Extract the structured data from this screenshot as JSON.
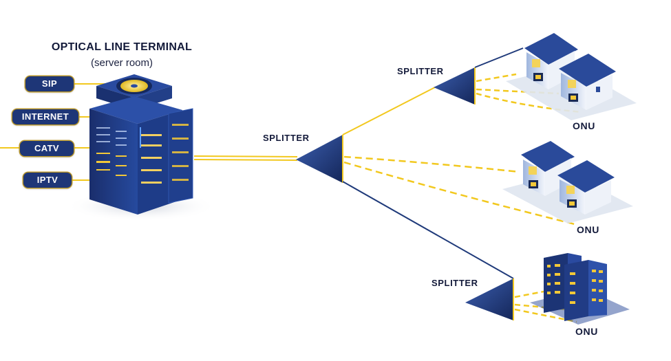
{
  "olt": {
    "title": "OPTICAL LINE TERMINAL",
    "subtitle": "(server room)",
    "services": [
      {
        "label": "SIP"
      },
      {
        "label": "INTERNET"
      },
      {
        "label": "CATV"
      },
      {
        "label": "IPTV"
      }
    ]
  },
  "splitters": [
    {
      "label": "SPLITTER"
    },
    {
      "label": "SPLITTER"
    },
    {
      "label": "SPLITTER"
    }
  ],
  "endpoints": [
    {
      "label": "ONU",
      "type": "houses"
    },
    {
      "label": "ONU",
      "type": "houses"
    },
    {
      "label": "ONU",
      "type": "apartment-building"
    }
  ],
  "colors": {
    "navy": "#1e3677",
    "dark_text": "#131a3a",
    "fiber_yellow": "#f2c81e",
    "fiber_blue": "#1f3a7a"
  }
}
